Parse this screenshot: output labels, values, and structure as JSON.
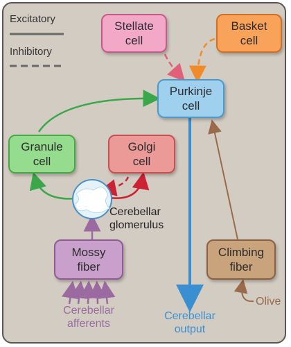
{
  "legend": {
    "excitatory": "Excitatory",
    "inhibitory": "Inhibitory"
  },
  "nodes": {
    "stellate": "Stellate\ncell",
    "basket": "Basket\ncell",
    "purkinje": "Purkinje\ncell",
    "granule": "Granule\ncell",
    "golgi": "Golgi\ncell",
    "mossy": "Mossy\nfiber",
    "climbing": "Climbing\nfiber"
  },
  "labels": {
    "glomerulus": "Cerebellar\nglomerulus",
    "afferents": "Cerebellar\nafferents",
    "output": "Cerebellar\noutput",
    "olive": "Olive"
  },
  "colors": {
    "excitatory_green": "#3aa84a",
    "inhibitory_red": "#cc2233",
    "output_blue": "#3a8fd0",
    "climbing_brown": "#9a6a4a",
    "afferent_purple": "#9a6aa0",
    "stellate_pink": "#ee7f92",
    "basket_orange": "#f08a2a"
  }
}
